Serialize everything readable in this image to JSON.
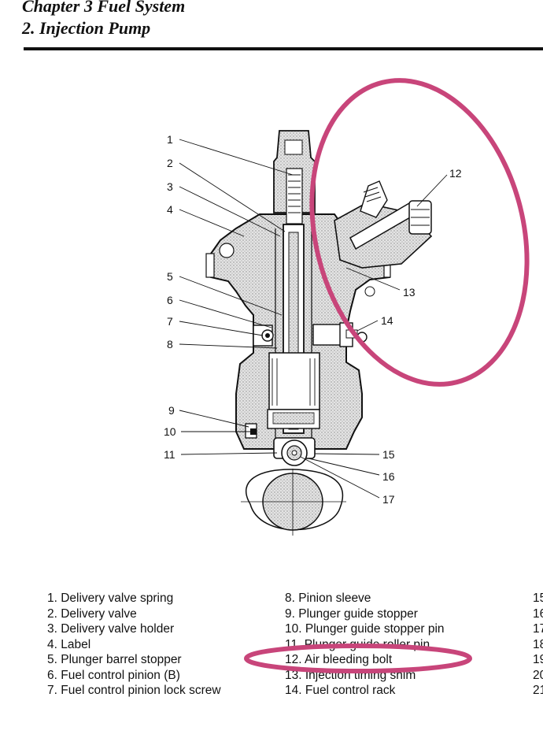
{
  "header": {
    "chapter": "Chapter 3 Fuel System",
    "section": "2. Injection Pump"
  },
  "callouts": [
    "1",
    "2",
    "3",
    "4",
    "5",
    "6",
    "7",
    "8",
    "9",
    "10",
    "11",
    "12",
    "13",
    "14",
    "15",
    "16",
    "17"
  ],
  "legend": {
    "col1": [
      "1. Delivery valve spring",
      "2. Delivery valve",
      "3. Delivery valve holder",
      "4. Label",
      "5. Plunger barrel stopper",
      "6. Fuel control pinion (B)",
      "7. Fuel control pinion lock screw"
    ],
    "col2": [
      "8. Pinion sleeve",
      "9. Plunger guide stopper",
      "10. Plunger guide stopper pin",
      "11. Plunger guide roller pin",
      "12. Air bleeding bolt",
      "13. Injection timing shim",
      "14. Fuel control rack"
    ],
    "col3": [
      "15",
      "16",
      "17",
      "18",
      "19",
      "20",
      "21"
    ]
  },
  "colors": {
    "annotation": "#c8457a",
    "ink": "#111111",
    "stipple": "#bdbdbd"
  }
}
